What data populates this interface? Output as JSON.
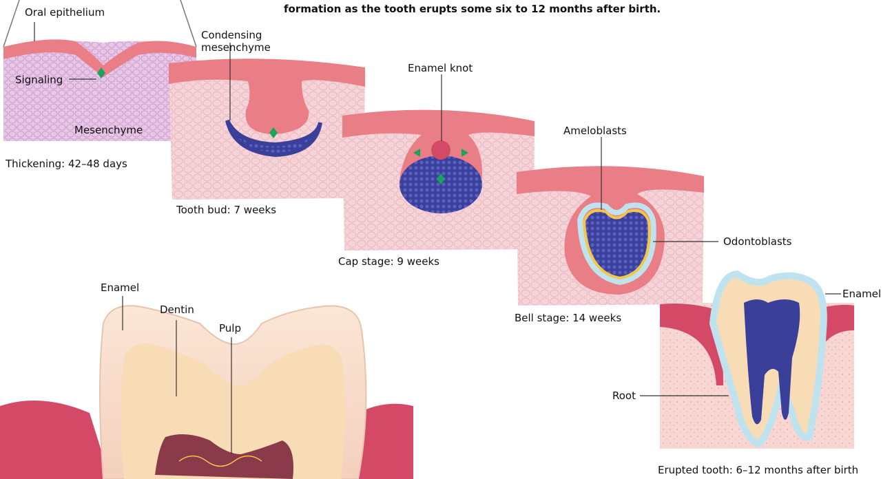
{
  "intro_text": "formation as the tooth erupts some six to 12 months after birth.",
  "stages": {
    "thickening": {
      "caption": "Thickening: 42–48 days",
      "labels": {
        "oral_epithelium": "Oral epithelium",
        "signaling": "Signaling",
        "mesenchyme": "Mesenchyme"
      }
    },
    "tooth_bud": {
      "caption": "Tooth bud: 7 weeks",
      "labels": {
        "condensing_line1": "Condensing",
        "condensing_line2": "mesenchyme"
      }
    },
    "cap": {
      "caption": "Cap stage: 9 weeks",
      "labels": {
        "enamel_knot": "Enamel knot"
      }
    },
    "bell": {
      "caption": "Bell stage: 14 weeks",
      "labels": {
        "ameloblasts": "Ameloblasts",
        "odontoblasts": "Odontoblasts"
      }
    },
    "erupted": {
      "caption": "Erupted tooth: 6–12 months after birth",
      "labels": {
        "enamel": "Enamel",
        "root": "Root"
      }
    },
    "closeup": {
      "labels": {
        "enamel": "Enamel",
        "dentin": "Dentin",
        "pulp": "Pulp"
      }
    }
  },
  "colors": {
    "epithelium": "#e97e86",
    "tissue": "#f6d3d6",
    "mesenchyme_dark": "#3a3f9a",
    "signal": "#1aa35a",
    "enamel_layer": "#bfe3ee",
    "dentin": "#f7dcb6",
    "pulp": "#8a3a4a",
    "gum": "#d44a66"
  }
}
